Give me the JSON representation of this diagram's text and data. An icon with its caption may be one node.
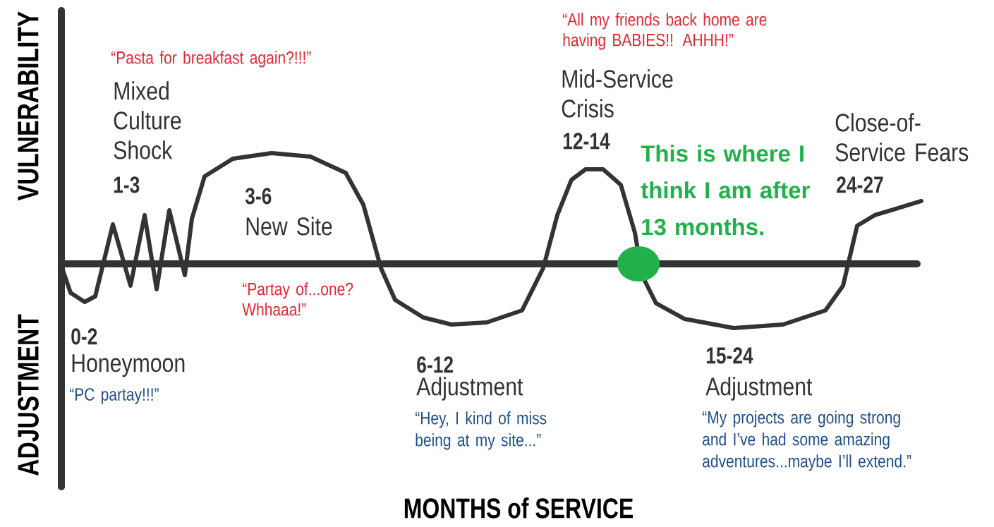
{
  "diagram": {
    "labels": [
      "VULNERABILITY",
      "“All my friends back home are having BABIES!! AHHH!”",
      "“Pasta for breakfast again?!!!”",
      "Mid-Service Crisis",
      "Mixed Culture Shock",
      "Close-of-Service Fears",
      "12-14",
      "This is where I think I am after 13 months.",
      "1-3",
      "24-27",
      "3-6",
      "New Site",
      "“Partay of...one? Whhaaa!”",
      "ADJUSTMENT",
      "0-2",
      "15-24",
      "Honeymoon",
      "6-12",
      "Adjustment",
      "Adjustment",
      "“PC partay!!!”",
      "“Hey, I kind of miss being at my site...”",
      "“My projects are going strong and I’ve had some amazing adventures...maybe I’ll extend.”",
      "MONTHS of SERVICE"
    ]
  }
}
